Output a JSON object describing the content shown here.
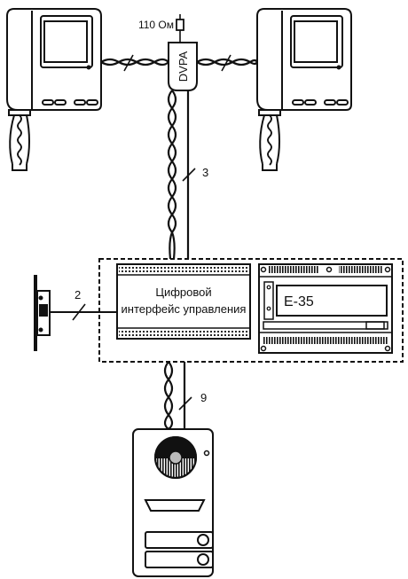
{
  "labels": {
    "resistor": "110 Ом",
    "distributor": "DVPA",
    "wire_main": "3",
    "wire_lock": "2",
    "wire_panel": "9",
    "interface_line1": "Цифровой",
    "interface_line2": "интерфейс управления",
    "power_supply": "E-35"
  },
  "colors": {
    "line": "#111111",
    "background": "#ffffff"
  }
}
